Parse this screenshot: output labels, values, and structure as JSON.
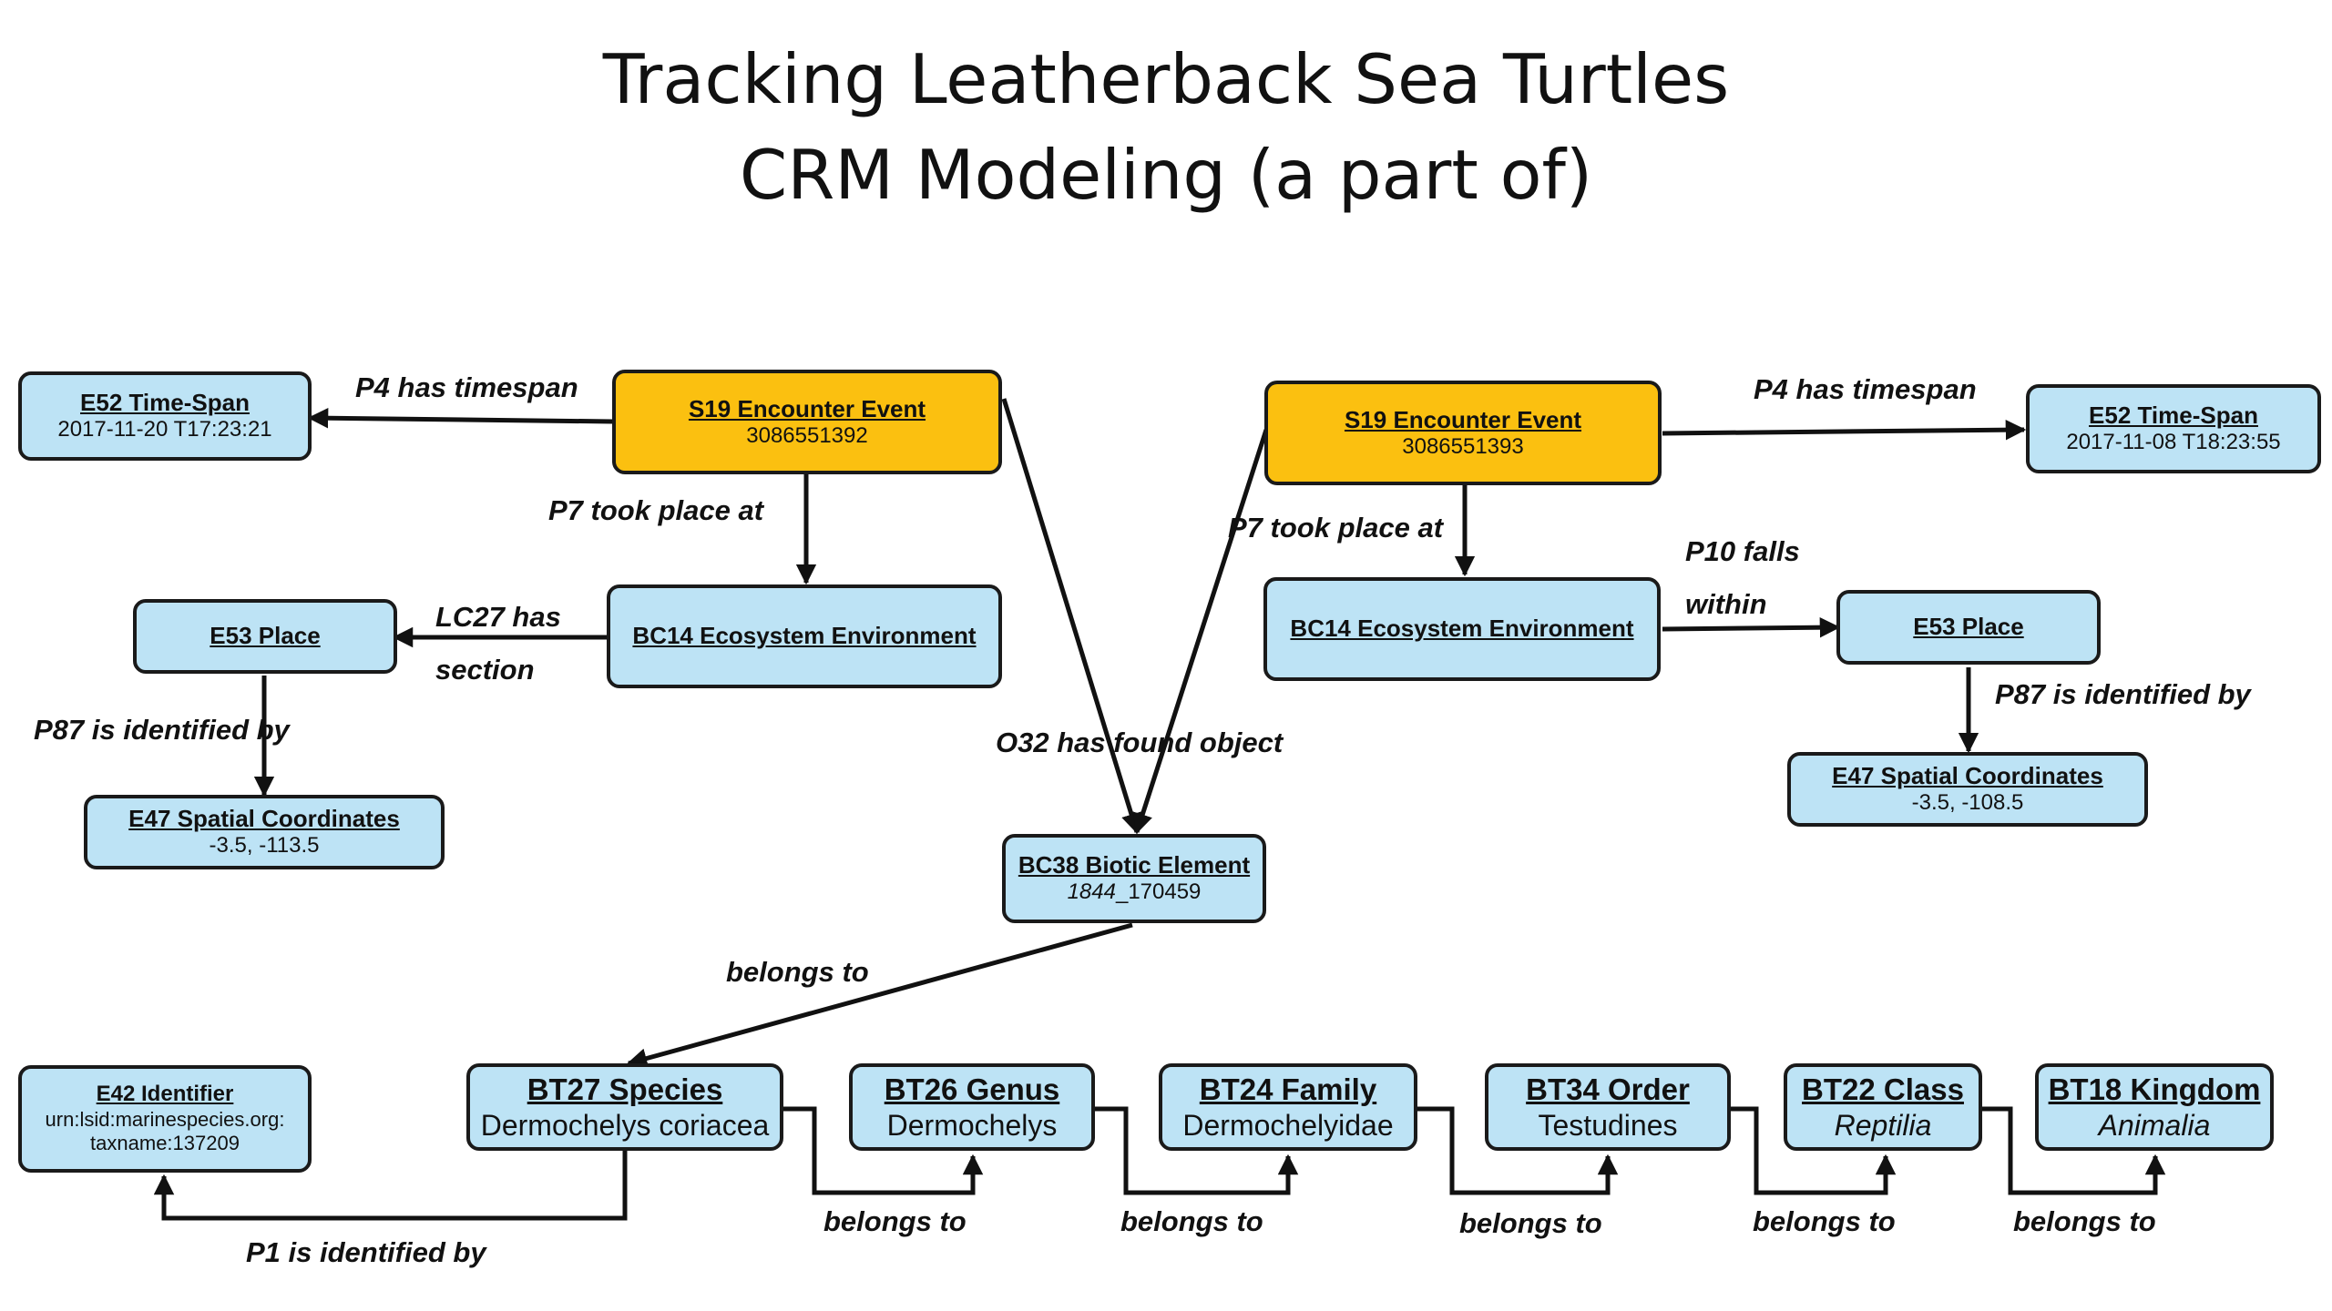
{
  "title": {
    "line1": "Tracking Leatherback Sea Turtles",
    "line2": "CRM Modeling (a part of)"
  },
  "colors": {
    "event": "#fbc010",
    "entity": "#bde3f5",
    "border": "#1a1a1a"
  },
  "nodes": {
    "timespan_left": {
      "name": "E52 Time-Span",
      "value": "2017-11-20 T17:23:21"
    },
    "event_left": {
      "name": "S19 Encounter Event",
      "value": "3086551392"
    },
    "event_right": {
      "name": "S19 Encounter Event",
      "value": "3086551393"
    },
    "timespan_right": {
      "name": "E52 Time-Span",
      "value": "2017-11-08 T18:23:55"
    },
    "place_left": {
      "name": "E53 Place"
    },
    "eco_left": {
      "name": "BC14 Ecosystem Environment"
    },
    "eco_right": {
      "name": "BC14 Ecosystem Environment"
    },
    "place_right": {
      "name": "E53 Place"
    },
    "coords_left": {
      "name": "E47 Spatial Coordinates",
      "value": "-3.5, -113.5"
    },
    "coords_right": {
      "name": "E47 Spatial Coordinates",
      "value": "-3.5, -108.5"
    },
    "biotic": {
      "name": "BC38 Biotic Element",
      "value_italic": "1844",
      "value_rest": "_170459"
    },
    "identifier": {
      "name": "E42 Identifier",
      "value_line1": "urn:lsid:marinespecies.org:",
      "value_line2": "taxname:137209"
    },
    "species": {
      "name": "BT27 Species",
      "value": "Dermochelys coriacea"
    },
    "genus": {
      "name": "BT26 Genus",
      "value": "Dermochelys"
    },
    "family": {
      "name": "BT24 Family",
      "value": "Dermochelyidae"
    },
    "order": {
      "name": "BT34 Order",
      "value": "Testudines"
    },
    "class": {
      "name": "BT22 Class",
      "value": "Reptilia"
    },
    "kingdom": {
      "name": "BT18 Kingdom",
      "value": "Animalia"
    }
  },
  "edges": {
    "p4_left": "P4 has timespan",
    "p4_right": "P4 has timespan",
    "p7_left": "P7 took place at",
    "p7_right": "P7 took place at",
    "lc27_line1": "LC27 has",
    "lc27_line2": "section",
    "p10_line1": "P10 falls",
    "p10_line2": "within",
    "p87_left": "P87 is identified by",
    "p87_right": "P87 is identified by",
    "o32": "O32 has found object",
    "belongs_main": "belongs to",
    "belongs_1": "belongs to",
    "belongs_2": "belongs to",
    "belongs_3": "belongs to",
    "belongs_4": "belongs to",
    "belongs_5": "belongs to",
    "p1": "P1 is identified by"
  }
}
